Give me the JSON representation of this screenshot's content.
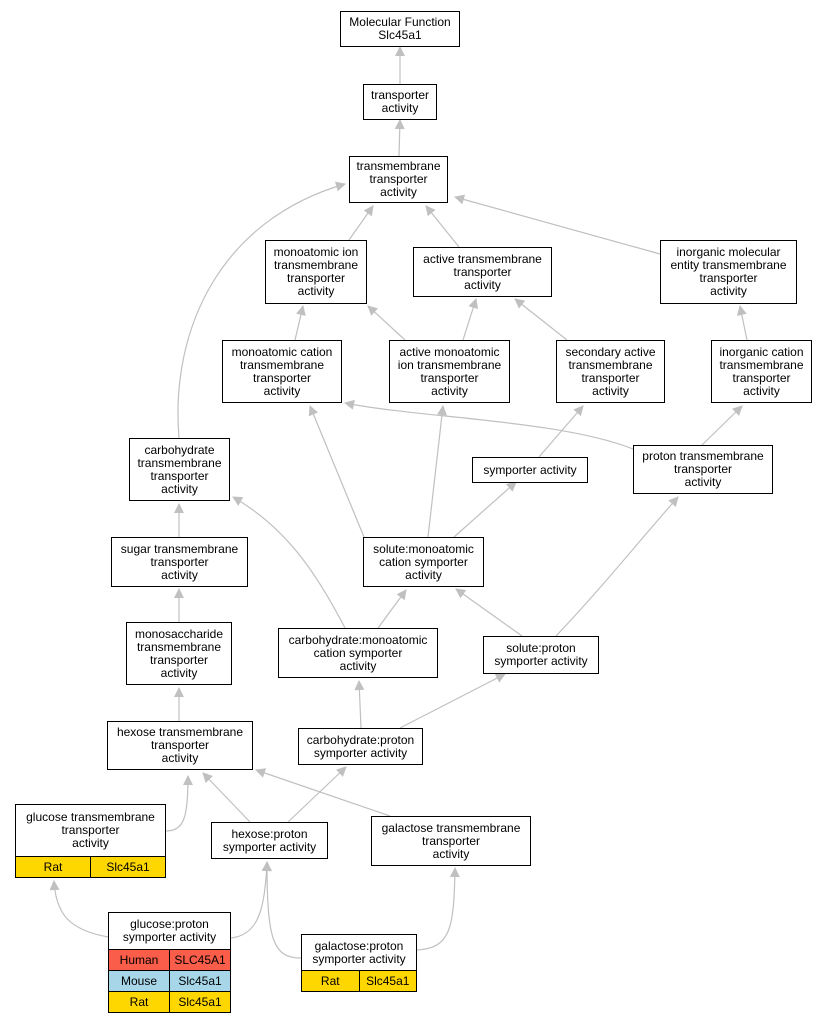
{
  "colors": {
    "edge": "#c0c0c0",
    "human": "#fa5d49",
    "mouse": "#a6d6e8",
    "rat": "#ffd700"
  },
  "nodes": {
    "mf_root": {
      "label": "Molecular Function\nSlc45a1"
    },
    "transporter": {
      "label": "transporter\nactivity"
    },
    "tm_transporter": {
      "label": "transmembrane\ntransporter\nactivity"
    },
    "monoatomic_ion": {
      "label": "monoatomic ion\ntransmembrane\ntransporter\nactivity"
    },
    "active_tm": {
      "label": "active transmembrane\ntransporter\nactivity"
    },
    "inorganic_molecular": {
      "label": "inorganic molecular\nentity transmembrane\ntransporter\nactivity"
    },
    "monoatomic_cation": {
      "label": "monoatomic cation\ntransmembrane\ntransporter\nactivity"
    },
    "active_monoatomic": {
      "label": "active monoatomic\nion transmembrane\ntransporter\nactivity"
    },
    "secondary_active": {
      "label": "secondary active\ntransmembrane\ntransporter\nactivity"
    },
    "inorganic_cation": {
      "label": "inorganic cation\ntransmembrane\ntransporter\nactivity"
    },
    "carbohydrate_tm": {
      "label": "carbohydrate\ntransmembrane\ntransporter\nactivity"
    },
    "symporter": {
      "label": "symporter activity"
    },
    "proton_tm": {
      "label": "proton transmembrane\ntransporter\nactivity"
    },
    "sugar_tm": {
      "label": "sugar transmembrane\ntransporter\nactivity"
    },
    "solute_monoatomic": {
      "label": "solute:monoatomic\ncation symporter\nactivity"
    },
    "monosaccharide_tm": {
      "label": "monosaccharide\ntransmembrane\ntransporter\nactivity"
    },
    "carb_monoatomic": {
      "label": "carbohydrate:monoatomic\ncation symporter\nactivity"
    },
    "solute_proton": {
      "label": "solute:proton\nsymporter activity"
    },
    "hexose_tm": {
      "label": "hexose transmembrane\ntransporter\nactivity"
    },
    "carb_proton": {
      "label": "carbohydrate:proton\nsymporter activity"
    },
    "glucose_tm": {
      "label": "glucose transmembrane\ntransporter\nactivity",
      "rows": [
        {
          "species": "Rat",
          "gene": "Slc45a1",
          "color": "#ffd700"
        }
      ]
    },
    "hexose_proton": {
      "label": "hexose:proton\nsymporter activity"
    },
    "galactose_tm": {
      "label": "galactose transmembrane\ntransporter\nactivity"
    },
    "glucose_proton": {
      "label": "glucose:proton\nsymporter activity",
      "rows": [
        {
          "species": "Human",
          "gene": "SLC45A1",
          "color": "#fa5d49"
        },
        {
          "species": "Mouse",
          "gene": "Slc45a1",
          "color": "#a6d6e8"
        },
        {
          "species": "Rat",
          "gene": "Slc45a1",
          "color": "#ffd700"
        }
      ]
    },
    "galactose_proton": {
      "label": "galactose:proton\nsymporter activity",
      "rows": [
        {
          "species": "Rat",
          "gene": "Slc45a1",
          "color": "#ffd700"
        }
      ]
    }
  }
}
